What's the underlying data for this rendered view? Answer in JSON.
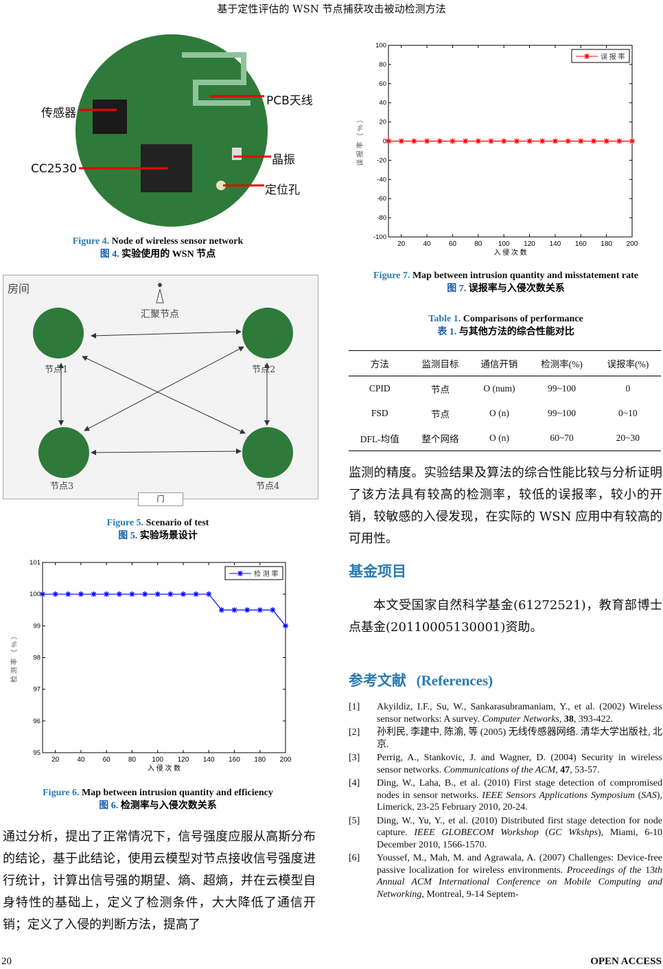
{
  "header": {
    "title": "基于定性评估的 WSN 节点捕获攻击被动检测方法"
  },
  "fig4": {
    "labels": {
      "sensor": "传感器",
      "cc2530": "CC2530",
      "pcb": "PCB天线",
      "crystal": "晶振",
      "hole": "定位孔"
    },
    "caption_en_label": "Figure 4.",
    "caption_en": " Node of wireless sensor network",
    "caption_zh_label": "图 4.",
    "caption_zh": " 实验使用的 WSN 节点"
  },
  "fig5": {
    "room": "房间",
    "sink": "汇聚节点",
    "nodes": [
      "节点1",
      "节点2",
      "节点3",
      "节点4"
    ],
    "door": "门",
    "caption_en_label": "Figure 5.",
    "caption_en": " Scenario of test",
    "caption_zh_label": "图 5.",
    "caption_zh": " 实验场景设计"
  },
  "fig6": {
    "caption_en_label": "Figure 6.",
    "caption_en": " Map between intrusion quantity and efficiency",
    "caption_zh_label": "图 6.",
    "caption_zh": " 检测率与入侵次数关系"
  },
  "fig7": {
    "caption_en_label": "Figure 7.",
    "caption_en": " Map between intrusion quantity and misstatement rate",
    "caption_zh_label": "图 7.",
    "caption_zh": " 误报率与入侵次数关系"
  },
  "chart_data": [
    {
      "type": "line",
      "title": "",
      "xlabel": "入 侵 次 数",
      "ylabel": "检 测 率 （ % ）",
      "xlim": [
        10,
        200
      ],
      "ylim": [
        95,
        101
      ],
      "xticks": [
        20,
        40,
        60,
        80,
        100,
        120,
        140,
        160,
        180,
        200
      ],
      "yticks": [
        95,
        96,
        97,
        98,
        99,
        100,
        101
      ],
      "legend": "top-right",
      "color": "#0000ff",
      "x": [
        10,
        20,
        30,
        40,
        50,
        60,
        70,
        80,
        90,
        100,
        110,
        120,
        130,
        140,
        150,
        160,
        170,
        180,
        190,
        200
      ],
      "series": [
        {
          "name": "检 测 率",
          "values": [
            100,
            100,
            100,
            100,
            100,
            100,
            100,
            100,
            100,
            100,
            100,
            100,
            100,
            100,
            99.5,
            99.5,
            99.5,
            99.5,
            99.5,
            99
          ]
        }
      ]
    },
    {
      "type": "line",
      "title": "",
      "xlabel": "入 侵 次 数",
      "ylabel": "误 报 率 （ % ）",
      "xlim": [
        10,
        200
      ],
      "ylim": [
        -100,
        100
      ],
      "xticks": [
        20,
        40,
        60,
        80,
        100,
        120,
        140,
        160,
        180,
        200
      ],
      "yticks": [
        -100,
        -80,
        -60,
        -40,
        -20,
        0,
        20,
        40,
        60,
        80,
        100
      ],
      "legend": "top-right",
      "color": "#ff0000",
      "x": [
        10,
        20,
        30,
        40,
        50,
        60,
        70,
        80,
        90,
        100,
        110,
        120,
        130,
        140,
        150,
        160,
        170,
        180,
        190,
        200
      ],
      "series": [
        {
          "name": "误 报 率",
          "values": [
            0,
            0,
            0,
            0,
            0,
            0,
            0,
            0,
            0,
            0,
            0,
            0,
            0,
            0,
            0,
            0,
            0,
            0,
            0,
            0
          ]
        }
      ]
    }
  ],
  "table1": {
    "caption_en_label": "Table 1.",
    "caption_en": " Comparisons of performance",
    "caption_zh_label": "表 1.",
    "caption_zh": " 与其他方法的综合性能对比",
    "headers": [
      "方法",
      "监测目标",
      "通信开销",
      "检测率(%)",
      "误报率(%)"
    ],
    "rows": [
      [
        "CPID",
        "节点",
        "O (num)",
        "99~100",
        "0"
      ],
      [
        "FSD",
        "节点",
        "O (n)",
        "99~100",
        "0~10"
      ],
      [
        "DFL-均值",
        "整个网络",
        "O (n)",
        "60~70",
        "20~30"
      ]
    ]
  },
  "left_text": "通过分析，提出了正常情况下，信号强度应服从高斯分布的结论，基于此结论，使用云模型对节点接收信号强度进行统计，计算出信号强的期望、熵、超熵，并在云模型自身特性的基础上，定义了检测条件，大大降低了通信开销；定义了入侵的判断方法，提高了",
  "right_text": "监测的精度。实验结果及算法的综合性能比较与分析证明了该方法具有较高的检测率，较低的误报率，较小的开销，较敏感的入侵发现，在实际的 WSN 应用中有较高的可用性。",
  "fund": {
    "heading": "基金项目",
    "text": "本文受国家自然科学基金(61272521)，教育部博士点基金(20110005130001)资助。"
  },
  "refs": {
    "heading": "参考文献",
    "heading_en": "(References)",
    "items": [
      {
        "n": "[1]",
        "parts": [
          {
            "t": "Akyildiz, I.F., Su, W., Sankarasubramaniam, Y., et al. (2002) Wireless sensor networks: A survey. "
          },
          {
            "t": "Computer Networks",
            "i": true
          },
          {
            "t": ", "
          },
          {
            "t": "38",
            "b": true
          },
          {
            "t": ", 393-422."
          }
        ]
      },
      {
        "n": "[2]",
        "parts": [
          {
            "t": "孙利民, 李建中, 陈渝, 等 (2005) 无线传感器网络. 清华大学出版社, 北京."
          }
        ]
      },
      {
        "n": "[3]",
        "parts": [
          {
            "t": "Perrig, A., Stankovic, J. and Wagner, D. (2004) Security in wireless sensor networks. "
          },
          {
            "t": "Communications of the ACM",
            "i": true
          },
          {
            "t": ", "
          },
          {
            "t": "47",
            "b": true
          },
          {
            "t": ", 53-57."
          }
        ]
      },
      {
        "n": "[4]",
        "parts": [
          {
            "t": "Ding, W., Laha, B., et al. (2010) First stage detection of compromised nodes in sensor networks. "
          },
          {
            "t": "IEEE Sensors Applications Symposium",
            "i": true
          },
          {
            "t": " ("
          },
          {
            "t": "SAS",
            "i": true
          },
          {
            "t": "), Limerick, 23-25 February 2010, 20-24."
          }
        ]
      },
      {
        "n": "[5]",
        "parts": [
          {
            "t": "Ding, W., Yu, Y., et al. (2010) Distributed first stage detection for node capture. "
          },
          {
            "t": "IEEE GLOBECOM Workshop",
            "i": true
          },
          {
            "t": " ("
          },
          {
            "t": "GC Wkshps",
            "i": true
          },
          {
            "t": "), Miami, 6-10 December 2010, 1566-1570."
          }
        ]
      },
      {
        "n": "[6]",
        "parts": [
          {
            "t": "Youssef, M., Mah, M. and Agrawala, A. (2007) Challenges: Device-free passive localization for wireless environments. "
          },
          {
            "t": "Proceedings of the ",
            "i": true
          },
          {
            "t": "13"
          },
          {
            "t": "th Annual ACM International Conference on Mobile Computing and Networking",
            "i": true
          },
          {
            "t": ", Montreal, 9-14 Septem-"
          }
        ]
      }
    ]
  },
  "footer": {
    "page": "20",
    "access": "OPEN ACCESS"
  }
}
